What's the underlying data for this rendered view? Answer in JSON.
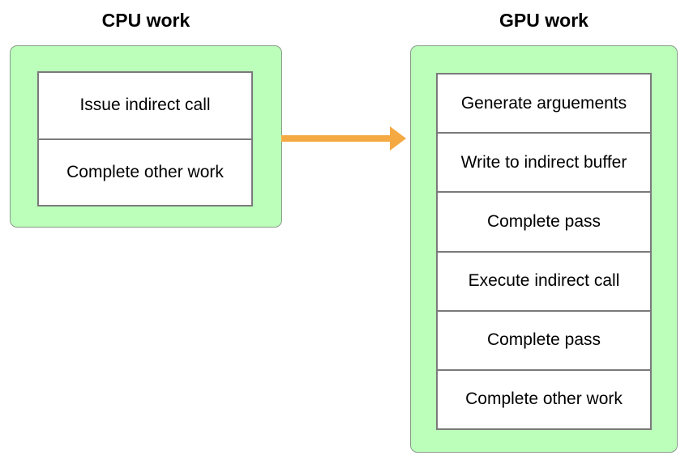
{
  "cpu": {
    "title": "CPU work",
    "steps": [
      "Issue indirect call",
      "Complete other work"
    ]
  },
  "gpu": {
    "title": "GPU work",
    "steps": [
      "Generate arguements",
      "Write to indirect buffer",
      "Complete pass",
      "Execute indirect call",
      "Complete pass",
      "Complete other work"
    ]
  },
  "colors": {
    "panel_fill": "#bbffbb",
    "panel_border": "#8a9a8a",
    "box_border": "#7a7a7a",
    "arrow": "#f5a942"
  }
}
